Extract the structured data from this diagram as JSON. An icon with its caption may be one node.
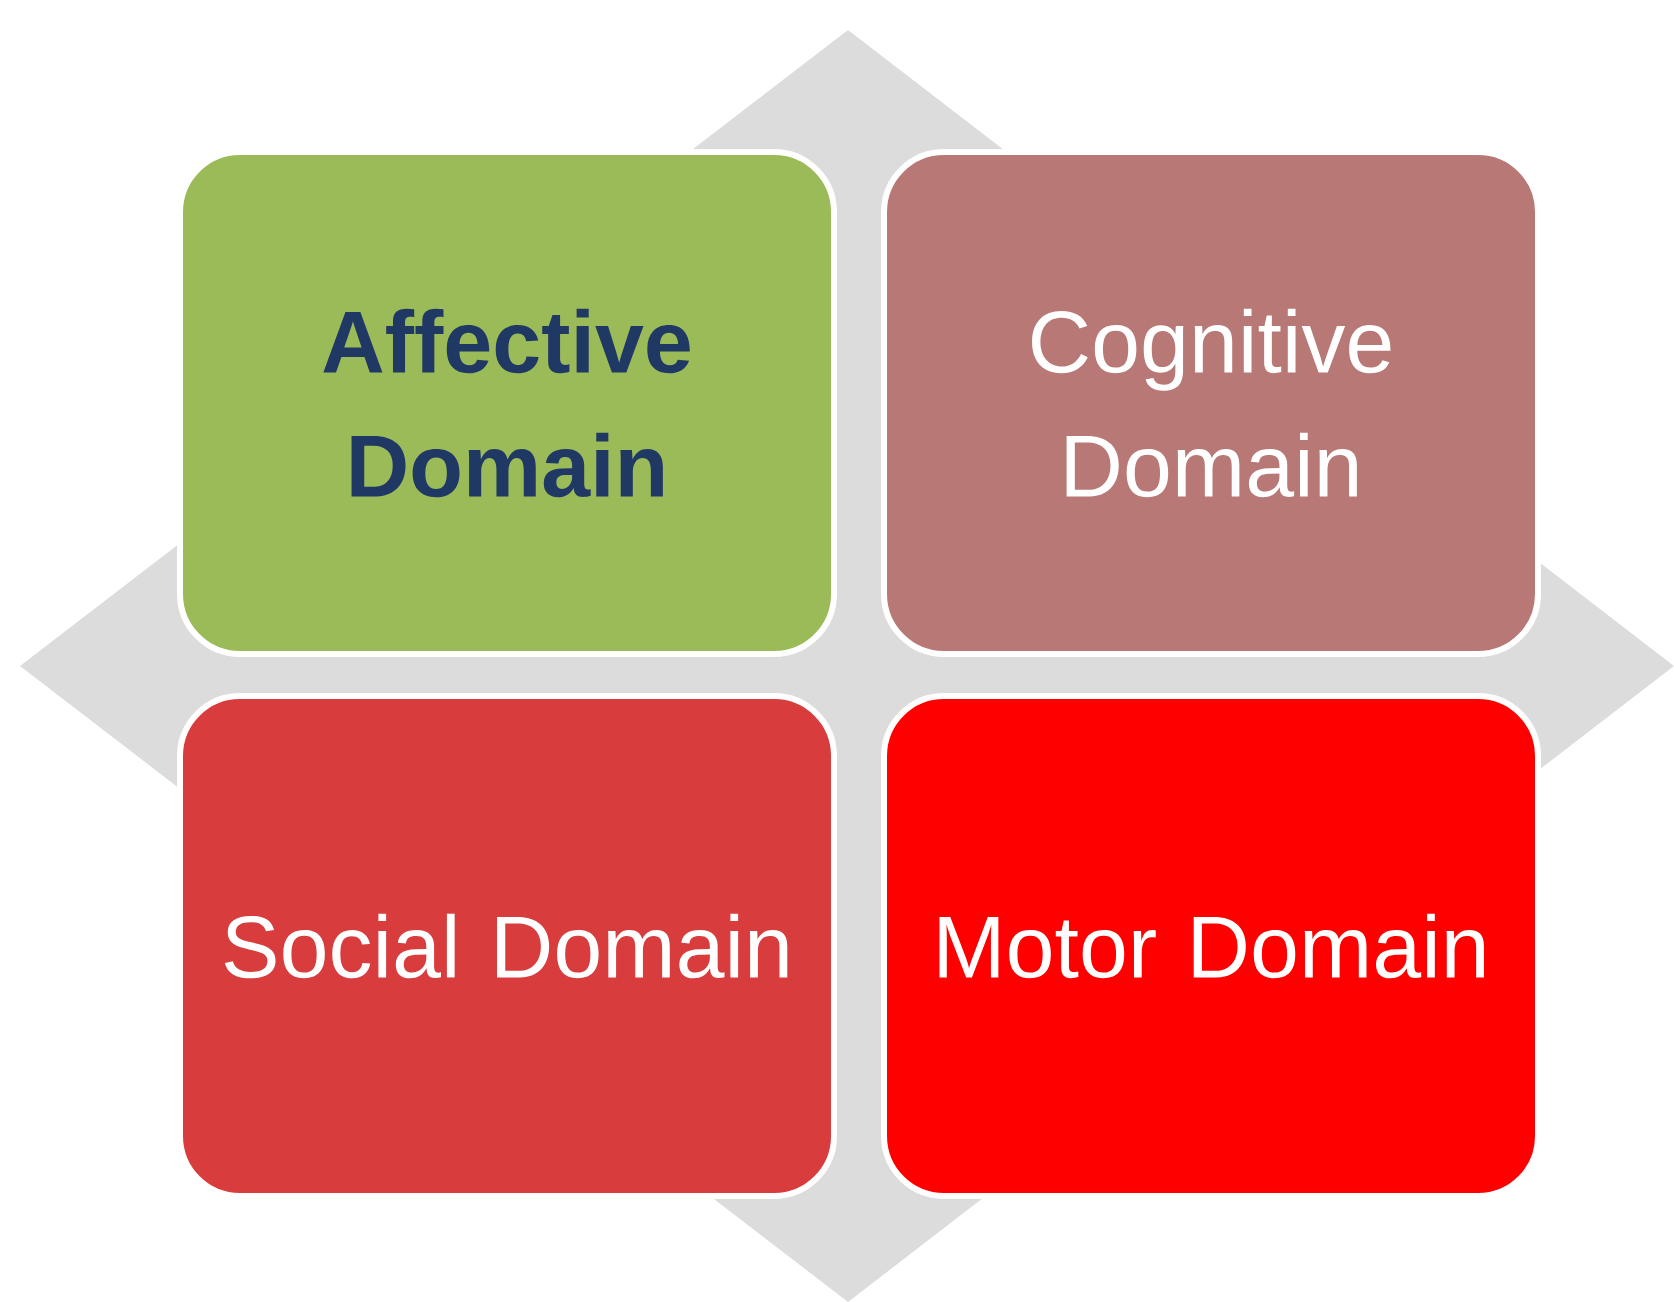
{
  "diagram": {
    "nodes": [
      {
        "text": [
          "Affective Domain"
        ]
      },
      {
        "text": [
          "Cognitive Domain"
        ]
      },
      {
        "text": [
          "Social Domain"
        ]
      },
      {
        "text": [
          "Motor Domain"
        ]
      }
    ]
  }
}
